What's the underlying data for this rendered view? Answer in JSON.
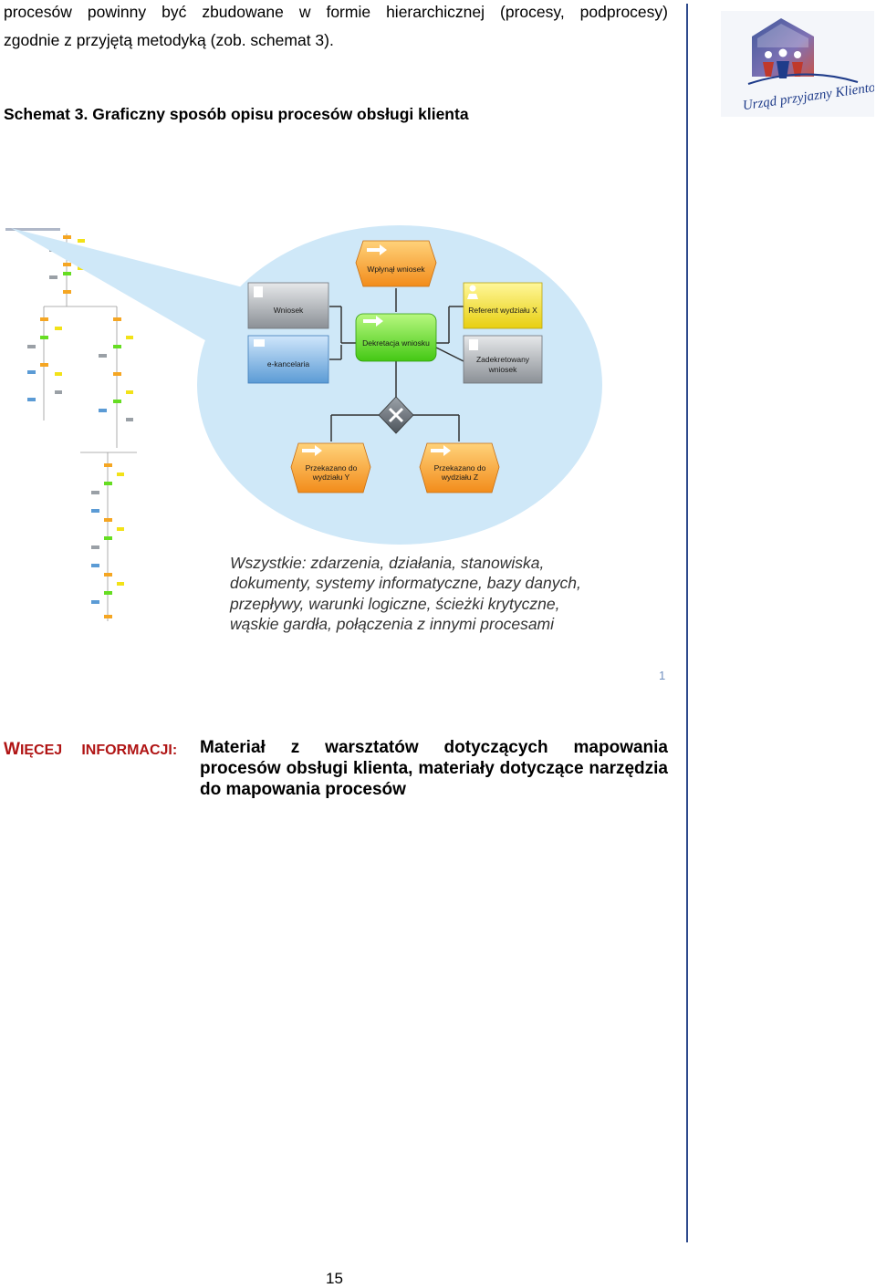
{
  "intro": {
    "line1": "procesów powinny być zbudowane w formie hierarchicznej (procesy, podprocesy)",
    "line2": "zgodnie z przyjętą metodyką (zob. schemat 3)."
  },
  "caption": "Schemat 3. Graficzny sposób opisu procesów obsługi klienta",
  "logo": {
    "text": "Urząd przyjazny Klientowi"
  },
  "figure": {
    "nodes": {
      "wplynal": "Wpłynął wniosek",
      "wniosek": "Wniosek",
      "referent": "Referent wydziału X",
      "dekretacja": "Dekretacja wniosku",
      "ekancelaria": "e-kancelaria",
      "zadekretowany_1": "Zadekretowany",
      "zadekretowany_2": "wniosek",
      "przekazano_y_1": "Przekazano do",
      "przekazano_y_2": "wydziału Y",
      "przekazano_z_1": "Przekazano do",
      "przekazano_z_2": "wydziału Z"
    },
    "description": [
      "Wszystkie: zdarzenia, działania, stanowiska,",
      "dokumenty, systemy informatyczne, bazy danych,",
      "przepływy, warunki logiczne, ścieżki krytyczne,",
      "wąskie gardła, połączenia z innymi procesami"
    ],
    "colors": {
      "event": "#f5a623",
      "function": "#66dd22",
      "role": "#f2e218",
      "document": "#9aa0a6",
      "system": "#5b9bd5",
      "bubble": "#cfe8f8"
    }
  },
  "corner_number": "1",
  "more_info": {
    "label_w": "W",
    "label_iecej": "IĘCEJ",
    "label_info": "INFORMACJI:",
    "text": "Materiał z warsztatów dotyczących mapowania procesów obsługi klienta, materiały dotyczące narzędzia do mapowania procesów"
  },
  "page_number": "15"
}
